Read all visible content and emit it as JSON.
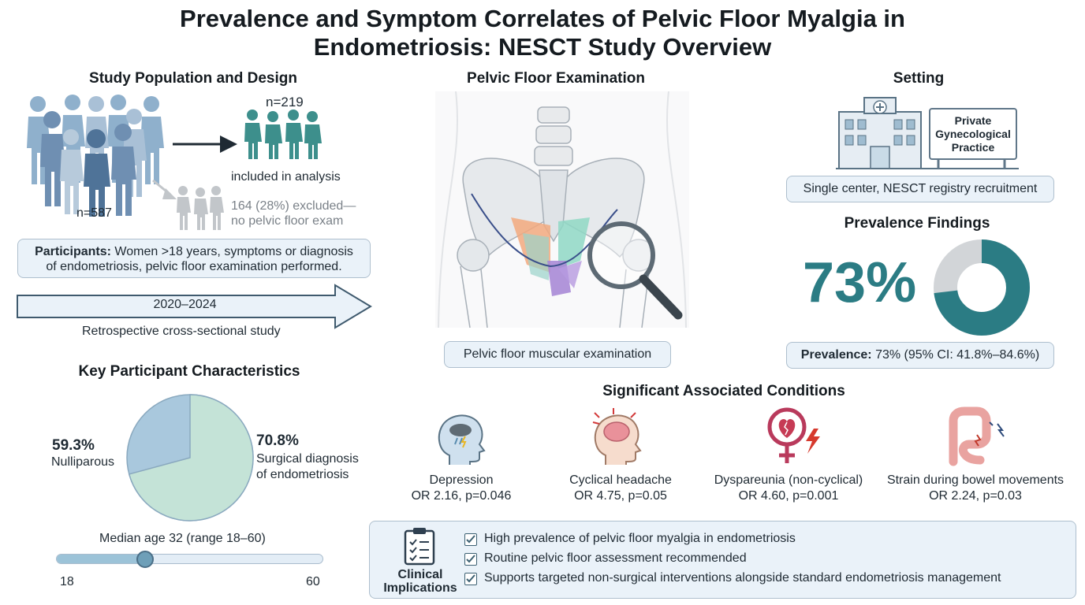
{
  "title_line1": "Prevalence and Symptom Correlates of Pelvic Floor Myalgia in",
  "title_line2": "Endometriosis: NESCT Study Overview",
  "study": {
    "heading": "Study Population and Design",
    "n_total": "n=587",
    "n_included": "n=219",
    "included_label": "included in analysis",
    "excluded_line1": "164 (28%) excluded—",
    "excluded_line2": "no pelvic floor exam",
    "participants_label": "Participants:",
    "participants_text_line1": " Women >18 years, symptoms or diagnosis",
    "participants_text_line2": "of endometriosis, pelvic floor examination performed.",
    "years": "2020–2024",
    "design": "Retrospective cross-sectional study"
  },
  "characteristics": {
    "heading": "Key Participant Characteristics",
    "nulliparous_pct": "59.3%",
    "nulliparous_label": "Nulliparous",
    "surgical_pct": "70.8%",
    "surgical_label_line1": "Surgical diagnosis",
    "surgical_label_line2": "of endometriosis",
    "age_label": "Median age 32 (range 18–60)",
    "age_min": "18",
    "age_max": "60",
    "age_median_value": 32
  },
  "exam": {
    "heading": "Pelvic Floor Examination",
    "label": "Pelvic floor muscular examination"
  },
  "setting": {
    "heading": "Setting",
    "sign_line1": "Private",
    "sign_line2": "Gynecological",
    "sign_line3": "Practice",
    "label": "Single center, NESCT registry recruitment"
  },
  "prevalence": {
    "heading": "Prevalence Findings",
    "big_value": "73%",
    "value_fraction": 0.73,
    "label_bold": "Prevalence:",
    "label_text": " 73% (95% CI: 41.8%–84.6%)"
  },
  "conditions": {
    "heading": "Significant Associated Conditions",
    "items": [
      {
        "name": "Depression",
        "stat": "OR 2.16, p=0.046",
        "icon": "depression-head-cloud-icon"
      },
      {
        "name": "Cyclical headache",
        "stat": "OR 4.75, p=0.05",
        "icon": "headache-brain-icon"
      },
      {
        "name": "Dyspareunia (non-cyclical)",
        "stat": "OR 4.60, p=0.001",
        "icon": "broken-heart-female-icon"
      },
      {
        "name": "Strain during bowel movements",
        "stat": "OR 2.24, p=0.03",
        "icon": "colon-icon"
      }
    ]
  },
  "implications": {
    "heading_line1": "Clinical",
    "heading_line2": "Implications",
    "items": [
      "High prevalence of pelvic floor myalgia in endometriosis",
      "Routine pelvic floor assessment recommended",
      "Supports targeted non-surgical interventions alongside standard endometriosis management"
    ]
  },
  "colors": {
    "teal": "#2b7c84",
    "blue_person": "#7d9cbc",
    "teal_person": "#3d8f8c",
    "grey_person": "#c2c6ca",
    "box_bg": "#eaf2f9"
  }
}
